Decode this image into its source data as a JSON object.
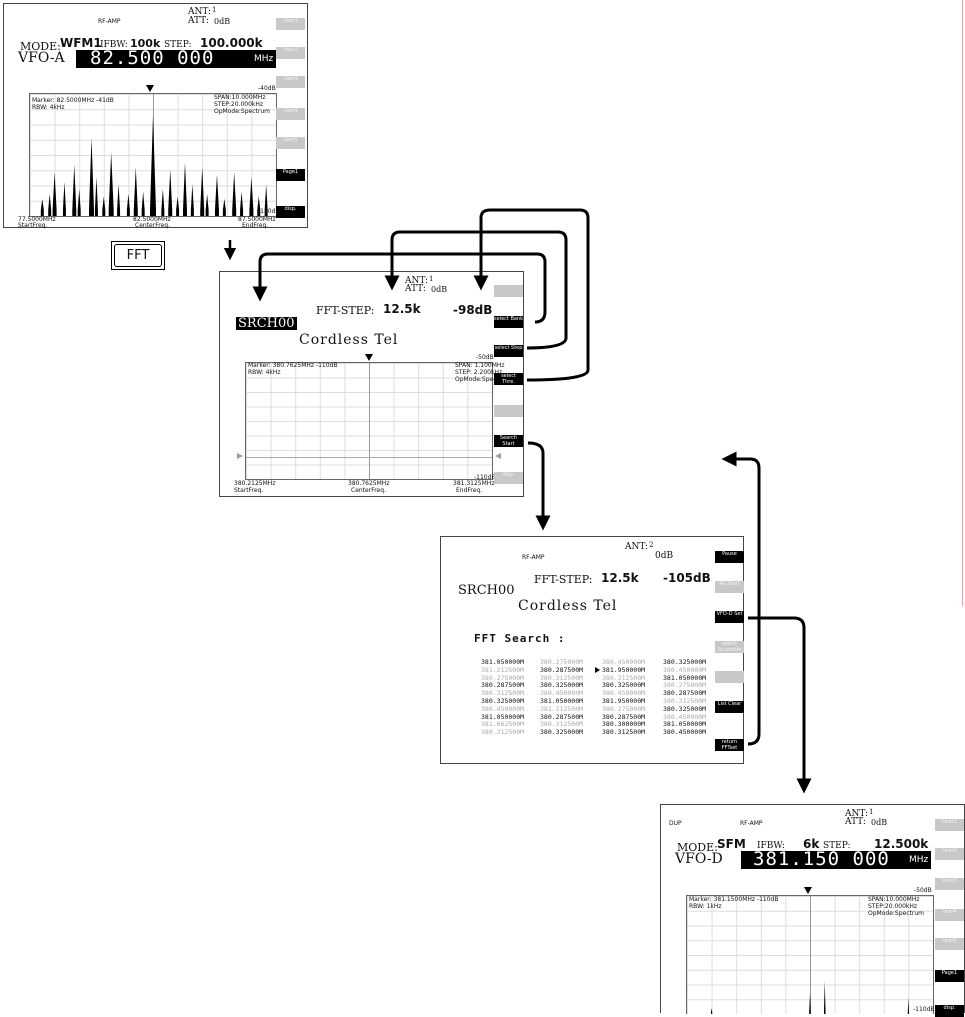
{
  "fft_label": "FFT",
  "colors": {
    "softkey_on": "#000000",
    "softkey_off": "#c8c8c8",
    "marker_line": "#888888",
    "side_rule": "#e8a8a8"
  },
  "screen1": {
    "rf_amp": "RF-AMP",
    "ant": "ANT:",
    "ant_num": "1",
    "att": "ATT:",
    "att_val": "0dB",
    "mode_label": "MODE:",
    "mode_value": "WFM1",
    "ifbw_label": "IFBW:",
    "ifbw_value": "100k",
    "step_label": "STEP:",
    "step_value": "100.000k",
    "vfo": "VFO-A",
    "freq": "82.500 000",
    "freq_unit": "MHz",
    "ref_level": "-40dB",
    "marker": "Marker: 82.5000MHz  -41dB",
    "rbw": "RBW: 4kHz",
    "span": "SPAN:10.000MHz",
    "step_info": "STEP:20.000kHz",
    "opmode": "OpMode:Spectrum",
    "bottom_level": "-110dB",
    "start_freq": "77.5000MHz",
    "start_label": "StartFreq.",
    "center_freq": "82.5000MHz",
    "center_label": "CenterFreq.",
    "end_freq": "87.5000MHz",
    "end_label": "EndFreq.",
    "softkeys": [
      {
        "label": "User1",
        "state": "off"
      },
      {
        "label": "User2",
        "state": "off"
      },
      {
        "label": "User3",
        "state": "off"
      },
      {
        "label": "User4",
        "state": "off"
      },
      {
        "label": "User5",
        "state": "off"
      },
      {
        "label": "Page1",
        "state": "on"
      },
      {
        "label": "disp.",
        "state": "on"
      }
    ]
  },
  "screen2": {
    "ant": "ANT:",
    "ant_num": "1",
    "att": "ATT:",
    "att_val": "0dB",
    "fft_step_label": "FFT-STEP:",
    "fft_step_value": "12.5k",
    "threshold": "-98dB",
    "srch": "SRCH00",
    "name": "Cordless Tel",
    "ref_level": "-50dB",
    "marker": "Marker: 380.7625MHz -110dB",
    "rbw": "RBW: 4kHz",
    "span": "SPAN: 1.100MHz",
    "step_info": "STEP: 2.200kHz",
    "opmode": "OpMode:Spectrum",
    "bottom_level": "-110dB",
    "start_freq": "380.2125MHz",
    "start_label": "StartFreq.",
    "center_freq": "380.7625MHz",
    "center_label": "CenterFreq.",
    "end_freq": "381.3125MHz",
    "end_label": "EndFreq.",
    "softkeys": [
      {
        "label": "",
        "state": "blank"
      },
      {
        "label": "select Bank",
        "state": "on"
      },
      {
        "label": "select Step",
        "state": "on"
      },
      {
        "label": "select Thre.",
        "state": "on"
      },
      {
        "label": "",
        "state": "blank"
      },
      {
        "label": "Search Start",
        "state": "on"
      },
      {
        "label": "disp.",
        "state": "off"
      }
    ]
  },
  "screen3": {
    "rf_amp": "RF-AMP",
    "ant": "ANT:",
    "ant_num": "2",
    "att_val": "0dB",
    "fft_step_label": "FFT-STEP:",
    "fft_step_value": "12.5k",
    "threshold": "-105dB",
    "srch": "SRCH00",
    "name": "Cordless Tel",
    "fft_search": "FFT Search :",
    "col1": [
      {
        "v": "381.050000M",
        "g": false
      },
      {
        "v": "381.212500M",
        "g": true
      },
      {
        "v": "380.275000M",
        "g": true
      },
      {
        "v": "380.287500M",
        "g": false
      },
      {
        "v": "380.312500M",
        "g": true
      },
      {
        "v": "380.325000M",
        "g": false
      },
      {
        "v": "380.450000M",
        "g": true
      },
      {
        "v": "381.050000M",
        "g": false
      },
      {
        "v": "381.062500M",
        "g": true
      },
      {
        "v": "380.212500M",
        "g": true
      }
    ],
    "col2": [
      {
        "v": "380.275000M",
        "g": true
      },
      {
        "v": "380.287500M",
        "g": false
      },
      {
        "v": "380.312500M",
        "g": true
      },
      {
        "v": "380.325000M",
        "g": false
      },
      {
        "v": "380.450000M",
        "g": true
      },
      {
        "v": "381.050000M",
        "g": false
      },
      {
        "v": "381.212500M",
        "g": true
      },
      {
        "v": "380.287500M",
        "g": false
      },
      {
        "v": "380.312500M",
        "g": true
      },
      {
        "v": "380.325000M",
        "g": false
      }
    ],
    "col3": [
      {
        "v": "380.450000M",
        "g": true
      },
      {
        "v": "381.950000M",
        "g": false
      },
      {
        "v": "380.312500M",
        "g": true
      },
      {
        "v": "380.325000M",
        "g": false
      },
      {
        "v": "380.450000M",
        "g": true
      },
      {
        "v": "381.950000M",
        "g": false
      },
      {
        "v": "380.275000M",
        "g": true
      },
      {
        "v": "380.287500M",
        "g": false
      },
      {
        "v": "380.300000M",
        "g": false
      },
      {
        "v": "380.312500M",
        "g": false
      }
    ],
    "col4": [
      {
        "v": "380.325000M",
        "g": false
      },
      {
        "v": "380.450000M",
        "g": true
      },
      {
        "v": "381.050000M",
        "g": false
      },
      {
        "v": "380.275000M",
        "g": true
      },
      {
        "v": "380.287500M",
        "g": false
      },
      {
        "v": "380.312500M",
        "g": true
      },
      {
        "v": "380.325000M",
        "g": false
      },
      {
        "v": "380.450000M",
        "g": true
      },
      {
        "v": "381.050000M",
        "g": false
      },
      {
        "v": "380.450000M",
        "g": false
      }
    ],
    "softkeys": [
      {
        "label": "Pause",
        "state": "on"
      },
      {
        "label": "Re Start",
        "state": "off"
      },
      {
        "label": "VFO-D Set",
        "state": "on"
      },
      {
        "label": "select Scramble",
        "state": "off"
      },
      {
        "label": "",
        "state": "blank"
      },
      {
        "label": "List Clear",
        "state": "on"
      },
      {
        "label": "return FFTset",
        "state": "on"
      }
    ]
  },
  "screen4": {
    "dup": "DUP",
    "rf_amp": "RF-AMP",
    "ant": "ANT:",
    "ant_num": "1",
    "att": "ATT:",
    "att_val": "0dB",
    "mode_label": "MODE:",
    "mode_value": "SFM",
    "ifbw_label": "IFBW:",
    "ifbw_value": "6k",
    "step_label": "STEP:",
    "step_value": "12.500k",
    "vfo": "VFO-D",
    "freq": "381.150 000",
    "freq_unit": "MHz",
    "ref_level": "-50dB",
    "marker": "Marker: 381.1500MHz -110dB",
    "rbw": "RBW: 1kHz",
    "span": "SPAN:10.000MHz",
    "step_info": "STEP:20.000kHz",
    "opmode": "OpMode:Spectrum",
    "bottom_level": "-110dB",
    "softkeys": [
      {
        "label": "User1",
        "state": "off"
      },
      {
        "label": "User2",
        "state": "off"
      },
      {
        "label": "User3",
        "state": "off"
      },
      {
        "label": "User4",
        "state": "off"
      },
      {
        "label": "User5",
        "state": "off"
      },
      {
        "label": "Page1",
        "state": "on"
      },
      {
        "label": "disp.",
        "state": "on"
      }
    ]
  }
}
